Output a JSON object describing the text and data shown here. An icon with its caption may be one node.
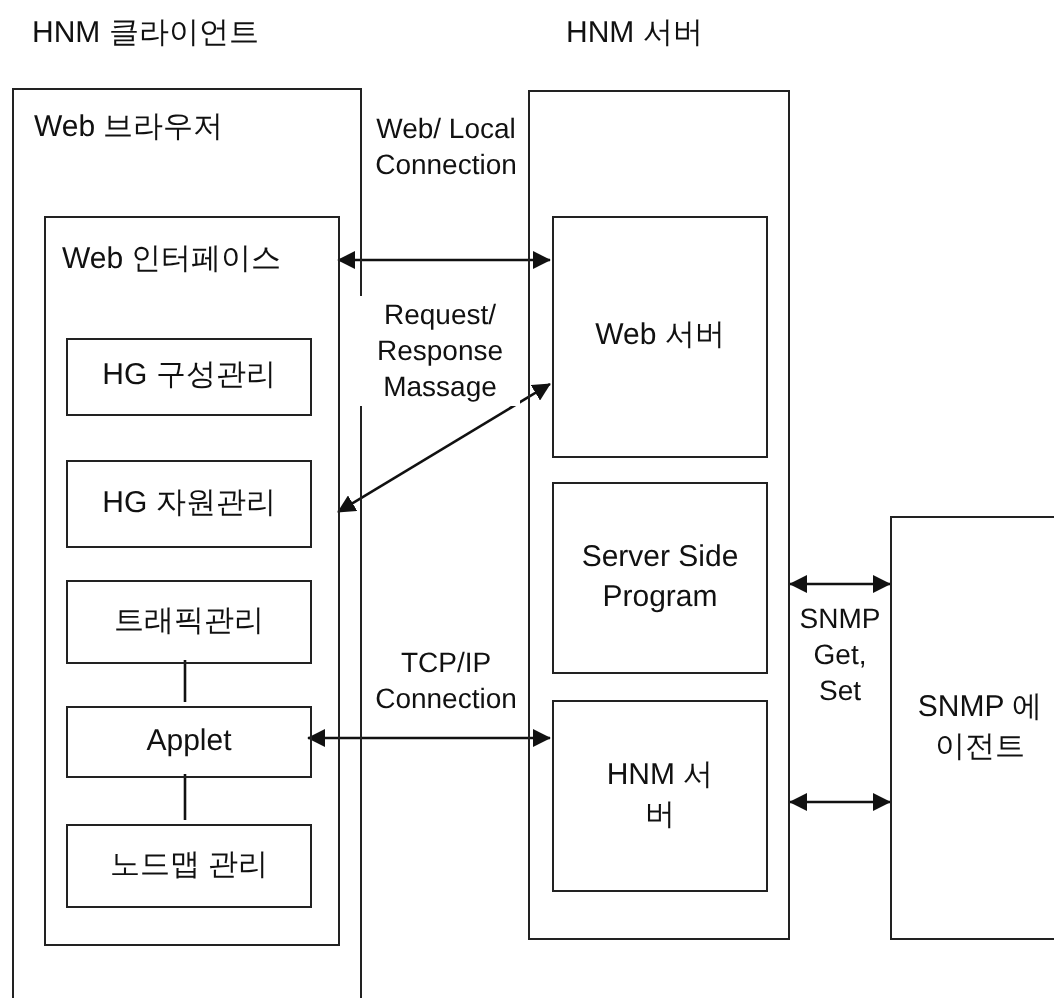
{
  "diagram": {
    "nodes": [
      {
        "text": [
          "HNM 클라이언트",
          "Web 브라우저"
        ]
      },
      {
        "text": [
          "Web 인터페이스"
        ],
        "in": 0
      },
      {
        "text": [
          "HG 구성관리"
        ],
        "in": 1
      },
      {
        "text": [
          "HG 자원관리"
        ],
        "in": 1
      },
      {
        "text": [
          "트래픽관리"
        ],
        "in": 1
      },
      {
        "text": [
          "Applet"
        ],
        "in": 1
      },
      {
        "text": [
          "노드맵 관리"
        ],
        "in": 1
      },
      {
        "text": [
          "HNM 서버"
        ]
      },
      {
        "text": [
          "Web 서버"
        ],
        "in": 7
      },
      {
        "text": [
          "Server Side Program"
        ],
        "in": 7
      },
      {
        "text": [
          "HNM 서버"
        ],
        "in": 7
      },
      {
        "text": [
          "SNMP 에이전트"
        ]
      }
    ],
    "edges": [
      {
        "from": 1,
        "to": 8,
        "arrow": "both",
        "label": "Web/ Local Connection"
      },
      {
        "from": 1,
        "to": 8,
        "arrow": "both",
        "label": "Request/ Response Massage"
      },
      {
        "from": 4,
        "to": 5,
        "arrow": "none"
      },
      {
        "from": 5,
        "to": 6,
        "arrow": "none"
      },
      {
        "from": 5,
        "to": 10,
        "arrow": "both",
        "label": "TCP/IP Connection"
      },
      {
        "from": 7,
        "to": 11,
        "arrow": "both"
      },
      {
        "from": 7,
        "to": 11,
        "arrow": "both"
      }
    ],
    "labels": [
      "SNMP Get, Set"
    ]
  }
}
